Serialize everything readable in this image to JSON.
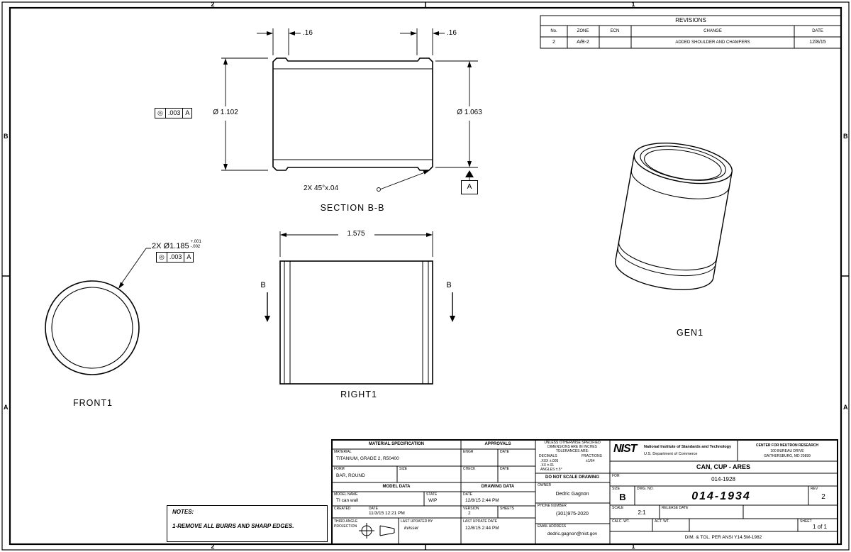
{
  "zones": {
    "z2": "2",
    "z1": "1",
    "zb": "B",
    "za": "A"
  },
  "revisions": {
    "title": "REVISIONS",
    "h_no": "No.",
    "h_zone": "ZONE",
    "h_ecn": "ECN",
    "h_change": "CHANGE",
    "h_date": "DATE",
    "r_no": "2",
    "r_zone": "A/B-2",
    "r_ecn": "",
    "r_change": "ADDED SHOULDER AND CHAMFERS",
    "r_date": "12/8/15"
  },
  "section": {
    "label": "SECTION B-B",
    "dim16_left": ".16",
    "dim16_right": ".16",
    "dia_outer": "Ø 1.102",
    "dia_inner": "Ø 1.063",
    "chamfer": "2X  45°x.04",
    "fcf_sym": "◎",
    "fcf_tol": ".003",
    "fcf_datum": "A",
    "datum": "A"
  },
  "front": {
    "label": "FRONT1",
    "dia": "2X  Ø1.185",
    "tol_plus": "+.001",
    "tol_minus": "-.002",
    "fcf_sym": "◎",
    "fcf_tol": ".003",
    "fcf_datum": "A"
  },
  "right": {
    "label": "RIGHT1",
    "length": "1.575",
    "sec_letter": "B"
  },
  "gen": {
    "label": "GEN1"
  },
  "notes": {
    "title": "NOTES:",
    "n1": "1-REMOVE ALL BURRS AND SHARP EDGES."
  },
  "tb": {
    "mat_spec": "MATERIAL SPECIFICATION",
    "approvals": "APPROVALS",
    "material_lbl": "MATERIAL",
    "material": "TITANIUM, GRADE 2, R50400",
    "form_lbl": "FORM",
    "size_lbl": "SIZE",
    "form": "BAR, ROUND",
    "engr": "ENGR",
    "date_lbl": "DATE",
    "check": "CHECK",
    "model_data": "MODEL DATA",
    "drawing_data": "DRAWING DATA",
    "model_name_lbl": "MODEL NAME",
    "model_name": "TI can wall",
    "state_lbl": "STATE",
    "state": "WIP",
    "date1": "12/8/15 2:44 PM",
    "created_lbl": "CREATED",
    "created": "11/3/15 12:21 PM",
    "version_lbl": "VERSION",
    "version": "2",
    "sheets_lbl": "SHEETS",
    "third1": "THIRD ANGLE",
    "third2": "PROJECTION",
    "updated_by_lbl": "LAST UPDATED BY",
    "updated_by": "kvisser",
    "last_update_lbl": "LAST UPDATE DATE",
    "last_update": "12/8/15 2:44 PM",
    "uos1": "UNLESS OTHERWISE SPECIFIED",
    "uos2": "DIMENSIONS ARE IN INCHES",
    "uos3": "TOLERANCES ARE:",
    "dec_lbl": "DECIMALS",
    "frac_lbl": "FRACTIONS",
    "tol_xxx": ".XXX ±.005",
    "tol_frac": "±1/64",
    "tol_xx": ".XX  ±.01",
    "tol_ang": "ANGLES ±.5°",
    "no_scale": "DO NOT SCALE DRAWING",
    "owner_lbl": "OWNER",
    "owner": "Dedric Gagnon",
    "phone_lbl": "PHONE NUMBER",
    "phone": "(301)975-2020",
    "email_lbl": "EMAIL ADDRESS",
    "email": "dedric.gagnon@nist.gov",
    "nist": "NIST",
    "nist1": "National Institute of Standards and Technology",
    "nist2": "U.S. Department of Commerce",
    "cnr1": "CENTER FOR NEUTRON RESEARCH",
    "cnr2": "100 BUREAU DRIVE",
    "cnr3": "GAITHERSBURG, MD 20899",
    "title": "CAN, CUP - ARES",
    "for_lbl": "FOR",
    "project": "014-1928",
    "size_field_lbl": "SIZE",
    "size": "B",
    "dwg_lbl": "DWG. NO.",
    "dwg": "014-1934",
    "rev_lbl": "REV",
    "rev": "2",
    "scale_lbl": "SCALE",
    "scale": "2:1",
    "release_lbl": "RELEASE DATE",
    "calc_wt_lbl": "CALC. WT.",
    "act_wt_lbl": "ACT. WT.",
    "sheet_lbl": "SHEET",
    "sheet": "1 of 1",
    "std": "DIM. & TOL. PER ANSI Y14.5M-1982"
  }
}
